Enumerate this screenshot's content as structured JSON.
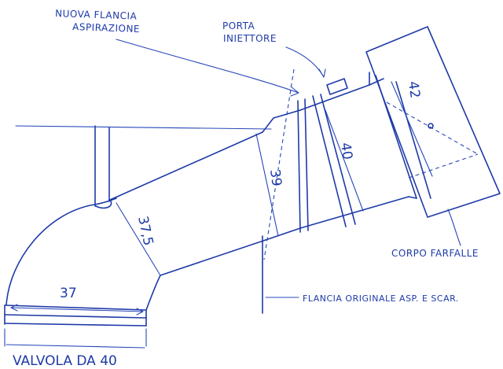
{
  "labels": {
    "new_flange_line1": "NUOVA FLANCIA",
    "new_flange_line2": "ASPIRAZIONE",
    "injector_line1": "PORTA",
    "injector_line2": "INIETTORE",
    "throttle_body": "CORPO FARFALLE",
    "original_flange": "FLANCIA ORIGINALE ASP. E SCAR.",
    "valve": "VALVOLA DA 40"
  },
  "dimensions": {
    "d_37": "37",
    "d_375": "37,5",
    "d_39": "39",
    "d_40": "40",
    "d_42": "42"
  },
  "colors": {
    "ink": "#1e3aa8",
    "paper": "#ffffff"
  }
}
